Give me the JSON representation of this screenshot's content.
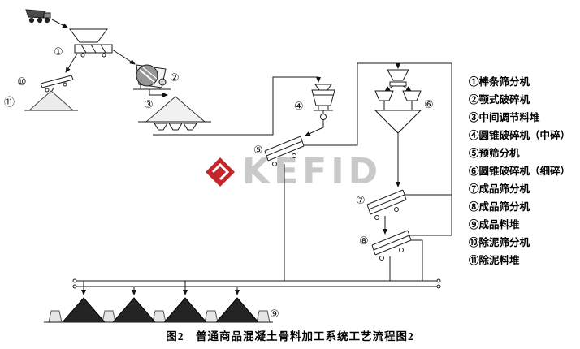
{
  "figure": {
    "caption": "图2　普通商品混凝土骨料加工系统工艺流程图2"
  },
  "watermark": {
    "text": "KEFID",
    "logo_color": "#c4262c",
    "text_color": "#c9c9c9"
  },
  "legend": {
    "items": [
      "①棒条筛分机",
      "②颚式破碎机",
      "③中间调节料堆",
      "④圆锥破碎机（中碎）",
      "⑤预筛分机",
      "⑥圆锥破碎机（细碎）",
      "⑦成品筛分机",
      "⑧成品筛分机",
      "⑨成品料堆",
      "⑩除泥筛分机",
      "⑪除泥料堆"
    ]
  },
  "diagram": {
    "labels": {
      "l1": "①",
      "l2": "②",
      "l3": "③",
      "l4": "④",
      "l5": "⑤",
      "l6": "⑥",
      "l7": "⑦",
      "l8": "⑧",
      "l9": "⑨",
      "l10": "⑩",
      "l11": "⑪"
    }
  }
}
